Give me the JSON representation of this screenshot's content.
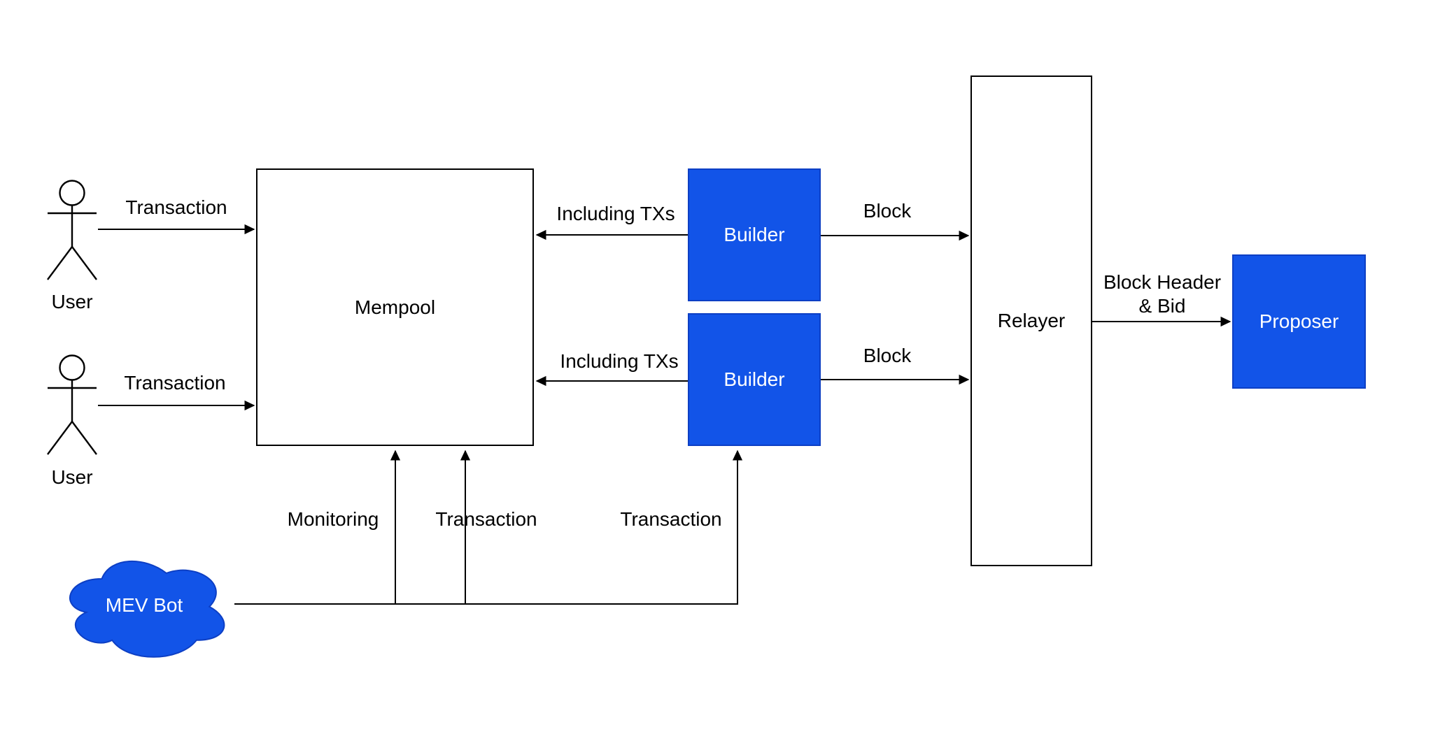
{
  "colors": {
    "background": "#ffffff",
    "node_fill": "#1254e8",
    "node_stroke": "#0d3fc4",
    "line": "#000000",
    "node_text": "#ffffff",
    "label_text": "#000000"
  },
  "nodes": {
    "user_top": {
      "label": "User"
    },
    "user_bottom": {
      "label": "User"
    },
    "mempool": {
      "label": "Mempool"
    },
    "builder_top": {
      "label": "Builder"
    },
    "builder_bottom": {
      "label": "Builder"
    },
    "relayer": {
      "label": "Relayer"
    },
    "proposer": {
      "label": "Proposer"
    },
    "mev_bot": {
      "label": "MEV Bot"
    }
  },
  "edge_labels": {
    "user_top_transaction": "Transaction",
    "user_bottom_transaction": "Transaction",
    "builder_top_including_txs": "Including TXs",
    "builder_bottom_including_txs": "Including TXs",
    "builder_top_block": "Block",
    "builder_bottom_block": "Block",
    "block_header_line1": "Block Header",
    "block_header_line2": "& Bid",
    "monitoring": "Monitoring",
    "mev_transaction_to_mempool": "Transaction",
    "mev_transaction_to_builder": "Transaction"
  }
}
